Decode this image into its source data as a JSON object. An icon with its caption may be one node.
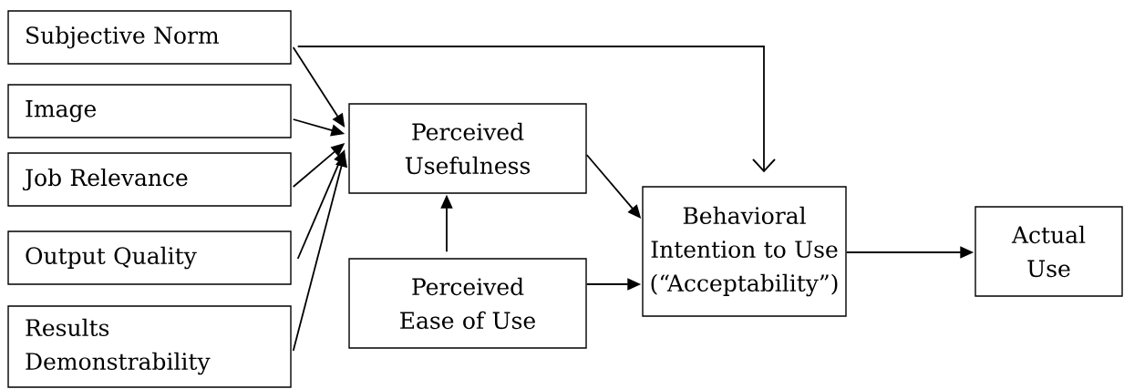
{
  "diagram": {
    "nodes": [
      {
        "text": [
          "Subjective Norm"
        ]
      },
      {
        "text": [
          "Image"
        ]
      },
      {
        "text": [
          "Job Relevance"
        ]
      },
      {
        "text": [
          "Output Quality"
        ]
      },
      {
        "text": [
          "Results Demonstrability"
        ]
      },
      {
        "text": [
          "Perceived Usefulness"
        ]
      },
      {
        "text": [
          "Perceived Ease of Use"
        ]
      },
      {
        "text": [
          "Behavioral Intention to Use (“Acceptability”)"
        ]
      },
      {
        "text": [
          "Actual Use"
        ]
      }
    ],
    "edges": [
      {
        "from": 0,
        "to": 5,
        "arrow": "to"
      },
      {
        "from": 1,
        "to": 5,
        "arrow": "to"
      },
      {
        "from": 2,
        "to": 5,
        "arrow": "to"
      },
      {
        "from": 3,
        "to": 5,
        "arrow": "to"
      },
      {
        "from": 4,
        "to": 5,
        "arrow": "to"
      },
      {
        "from": 6,
        "to": 5,
        "arrow": "to"
      },
      {
        "from": 5,
        "to": 7,
        "arrow": "to"
      },
      {
        "from": 6,
        "to": 7,
        "arrow": "to"
      },
      {
        "from": 7,
        "to": 8,
        "arrow": "to"
      },
      {
        "from": 0,
        "to": 7,
        "arrow": "to"
      }
    ]
  }
}
